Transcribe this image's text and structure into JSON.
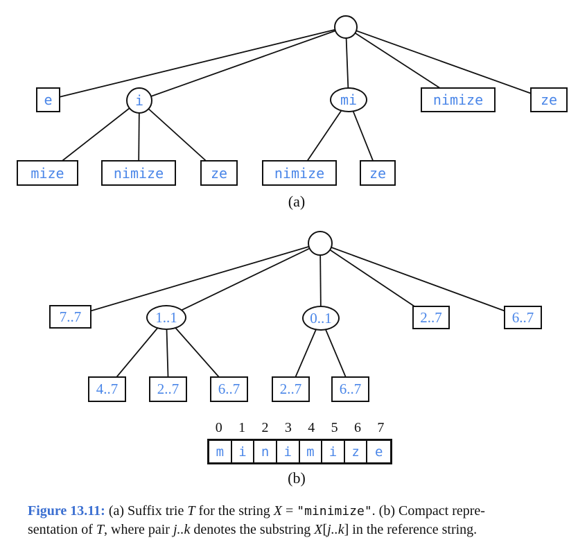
{
  "panel_a": {
    "label": "(a)",
    "nodes": {
      "e": "e",
      "i": "i",
      "mi": "mi",
      "nimize_top": "nimize",
      "ze_top": "ze",
      "mize": "mize",
      "nimize_under_i": "nimize",
      "ze_under_i": "ze",
      "nimize_under_mi": "nimize",
      "ze_under_mi": "ze"
    }
  },
  "panel_b": {
    "label": "(b)",
    "nodes": {
      "n77": "7..7",
      "n11": "1..1",
      "n01": "0..1",
      "n27_top": "2..7",
      "n67_top": "6..7",
      "n47": "4..7",
      "n27_under_11": "2..7",
      "n67_under_11": "6..7",
      "n27_under_01": "2..7",
      "n67_under_01": "6..7"
    },
    "array": {
      "indices": [
        "0",
        "1",
        "2",
        "3",
        "4",
        "5",
        "6",
        "7"
      ],
      "letters": [
        "m",
        "i",
        "n",
        "i",
        "m",
        "i",
        "z",
        "e"
      ]
    }
  },
  "caption": {
    "figure_label": "Figure 13.11:",
    "a_text_1": " (a) Suffix trie ",
    "var_T": "T",
    "a_text_2": " for the string ",
    "var_X": "X",
    "equals": " = ",
    "quoted_string": "\"minimize\"",
    "a_text_3": ". (b) Compact repre-",
    "b_text_1": "sentation of ",
    "var_T2": "T",
    "b_text_2": ", where pair ",
    "var_jk": "j..k",
    "b_text_3": " denotes the substring ",
    "var_X2": "X",
    "bracket_open": "[",
    "var_jk2": "j..k",
    "bracket_close": "]",
    "b_text_4": " in the reference string."
  },
  "colors": {
    "node_text_blue": "#4a86e8",
    "caption_label_blue": "#3b6fd1",
    "line_black": "#111111"
  }
}
